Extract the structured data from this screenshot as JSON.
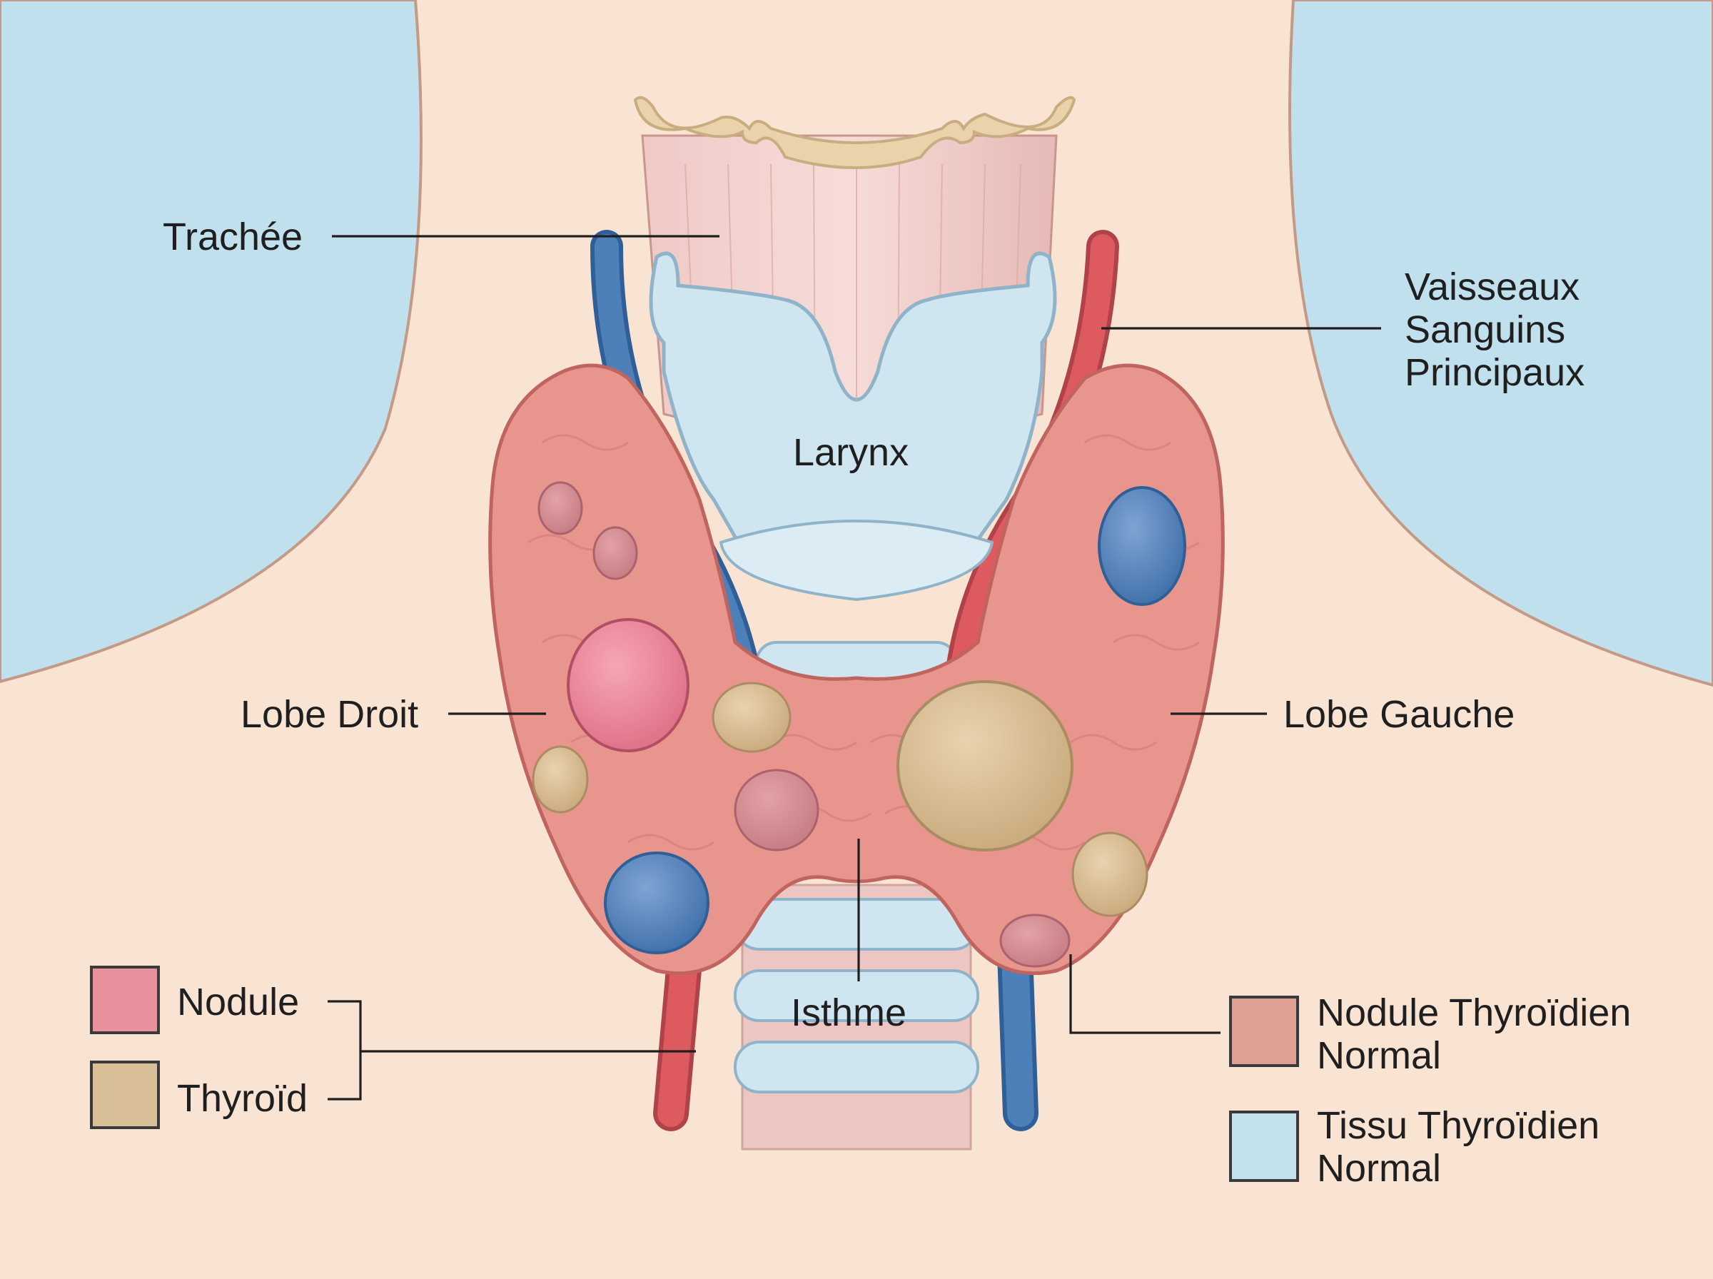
{
  "labels": {
    "trachea": "Trachée",
    "larynx": "Larynx",
    "vessels": [
      "Vaisseaux",
      "Sanguins",
      "Principaux"
    ],
    "right_lobe": "Lobe Droit",
    "left_lobe": "Lobe Gauche",
    "isthmus": "Isthme"
  },
  "legend_left": [
    {
      "label": "Nodule",
      "color": "#e8919c"
    },
    {
      "label": "Thyroïd",
      "color": "#d9bf98"
    }
  ],
  "legend_right": [
    {
      "label_lines": [
        "Nodule Thyroïdien",
        "Normal"
      ],
      "color": "#dca095"
    },
    {
      "label_lines": [
        "Tissu Thyroïdien",
        "Normal"
      ],
      "color": "#c4e1ee"
    }
  ],
  "colors": {
    "background_skin": "#f9e4d4",
    "shoulder_blue": "#c0e0ee",
    "thyroid_tissue": "#e8958e",
    "artery_red": "#dd5a5e",
    "vein_blue": "#4d7fb9",
    "cartilage": "#cfe6f0"
  }
}
